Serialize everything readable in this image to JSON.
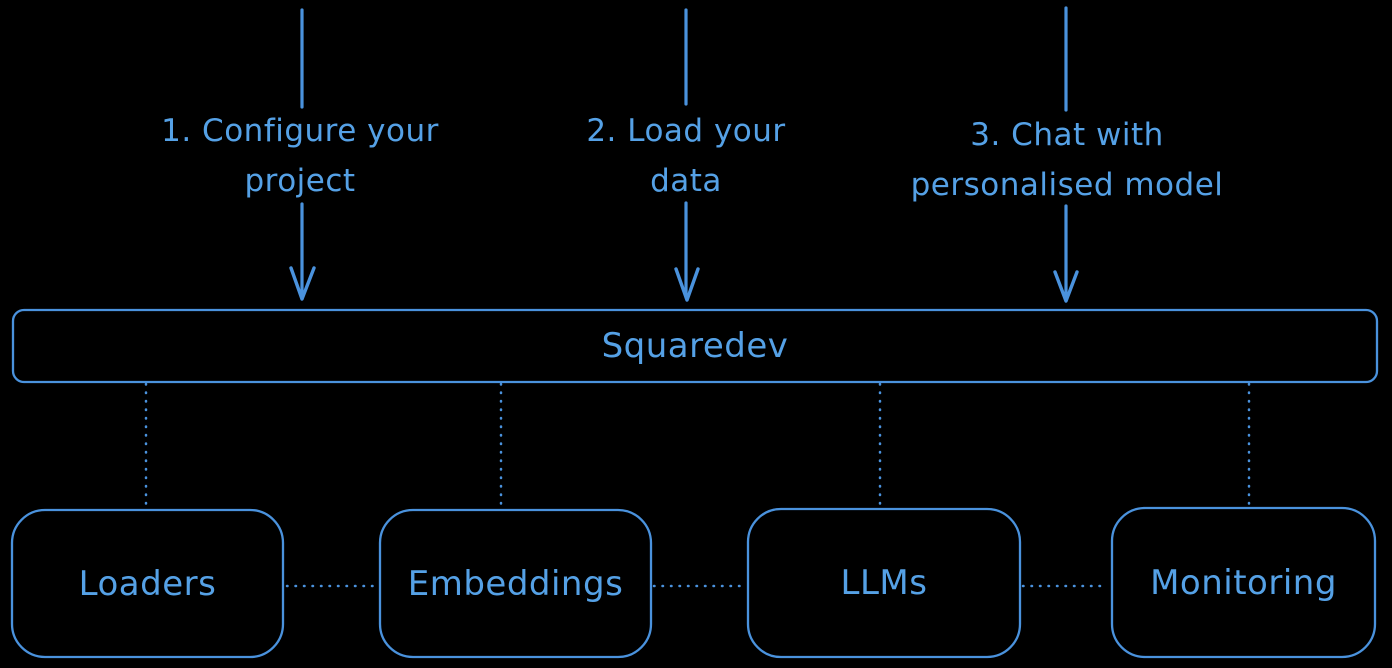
{
  "colors": {
    "background": "#000000",
    "stroke": "#4a92dd",
    "text": "#55a1e6"
  },
  "steps": [
    {
      "line1": "1. Configure your",
      "line2": "project"
    },
    {
      "line1": "2. Load your",
      "line2": "data"
    },
    {
      "line1": "3. Chat with",
      "line2": "personalised model"
    }
  ],
  "platform": {
    "label": "Squaredev"
  },
  "components": [
    {
      "label": "Loaders"
    },
    {
      "label": "Embeddings"
    },
    {
      "label": "LLMs"
    },
    {
      "label": "Monitoring"
    }
  ]
}
